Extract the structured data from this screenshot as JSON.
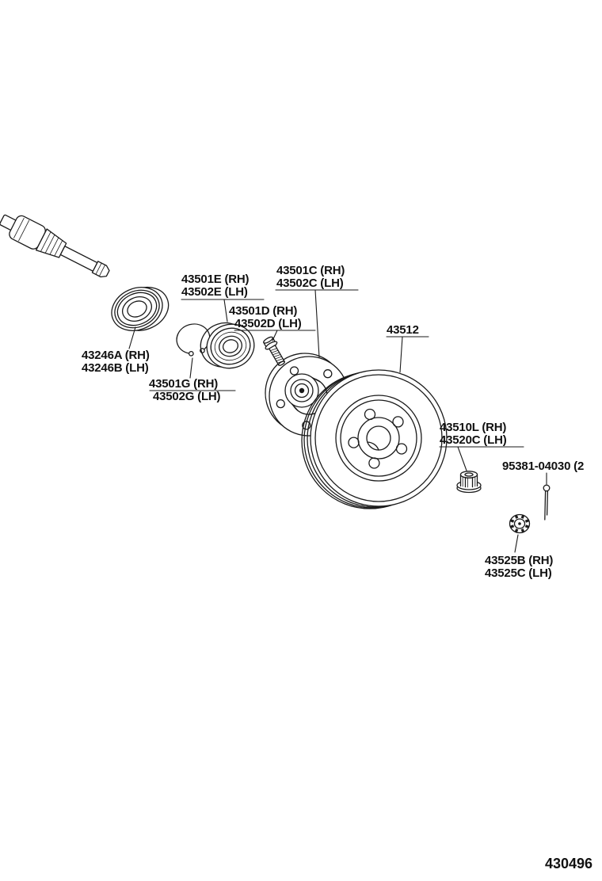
{
  "figure": {
    "drawing_number": "430496",
    "ink_color": "#1a1a1a",
    "background_color": "#ffffff",
    "labels": {
      "oil_seal": {
        "line1": "43246A (RH)",
        "line2": "43246B (LH)"
      },
      "snap_ring": {
        "line1": "43501G (RH)",
        "line2": "43502G (LH)"
      },
      "bearing": {
        "line1": "43501E (RH)",
        "line2": "43502E (LH)"
      },
      "hub_bolt": {
        "line1": "43501D (RH)",
        "line2": "43502D (LH)"
      },
      "hub": {
        "line1": "43501C (RH)",
        "line2": "43502C (LH)"
      },
      "disc": {
        "line1": "43512"
      },
      "hub_nut": {
        "line1": "43510L (RH)",
        "line2": "43520C (LH)"
      },
      "cotter_pin": {
        "line1": "95381-04030 (2"
      },
      "nut_cap": {
        "line1": "43525B (RH)",
        "line2": "43525C (LH)"
      }
    }
  }
}
